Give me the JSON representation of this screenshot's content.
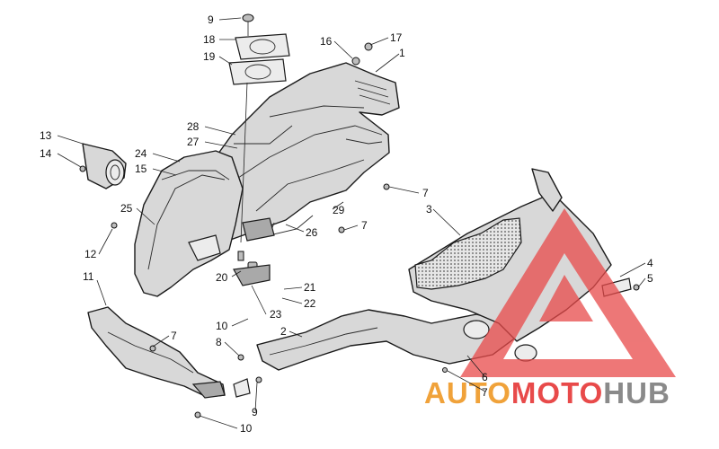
{
  "colors": {
    "part_fill": "#d8d8d8",
    "part_dark": "#a9a9a9",
    "watermark_red": "#e84a4a",
    "watermark_orange": "#f0a23a",
    "watermark_gray": "#8a8a8a"
  },
  "callouts": [
    {
      "id": "c9a",
      "label": "9"
    },
    {
      "id": "c18",
      "label": "18"
    },
    {
      "id": "c19",
      "label": "19"
    },
    {
      "id": "c16",
      "label": "16"
    },
    {
      "id": "c17",
      "label": "17"
    },
    {
      "id": "c1",
      "label": "1"
    },
    {
      "id": "c28",
      "label": "28"
    },
    {
      "id": "c27",
      "label": "27"
    },
    {
      "id": "c13",
      "label": "13"
    },
    {
      "id": "c14",
      "label": "14"
    },
    {
      "id": "c24",
      "label": "24"
    },
    {
      "id": "c15",
      "label": "15"
    },
    {
      "id": "c7a",
      "label": "7"
    },
    {
      "id": "c25",
      "label": "25"
    },
    {
      "id": "c29",
      "label": "29"
    },
    {
      "id": "c7b",
      "label": "7"
    },
    {
      "id": "c3",
      "label": "3"
    },
    {
      "id": "c26",
      "label": "26"
    },
    {
      "id": "c12",
      "label": "12"
    },
    {
      "id": "c4",
      "label": "4"
    },
    {
      "id": "c5",
      "label": "5"
    },
    {
      "id": "c11",
      "label": "11"
    },
    {
      "id": "c20",
      "label": "20"
    },
    {
      "id": "c21",
      "label": "21"
    },
    {
      "id": "c22",
      "label": "22"
    },
    {
      "id": "c23",
      "label": "23"
    },
    {
      "id": "c10a",
      "label": "10"
    },
    {
      "id": "c2",
      "label": "2"
    },
    {
      "id": "c7c",
      "label": "7"
    },
    {
      "id": "c8",
      "label": "8"
    },
    {
      "id": "c6",
      "label": "6"
    },
    {
      "id": "c7d",
      "label": "7"
    },
    {
      "id": "c9b",
      "label": "9"
    },
    {
      "id": "c10b",
      "label": "10"
    }
  ],
  "watermark": {
    "text_auto": "AUTO",
    "text_moto": "MOTO",
    "text_hub": "HUB",
    "logo_icon": "warning-triangle-icon"
  }
}
